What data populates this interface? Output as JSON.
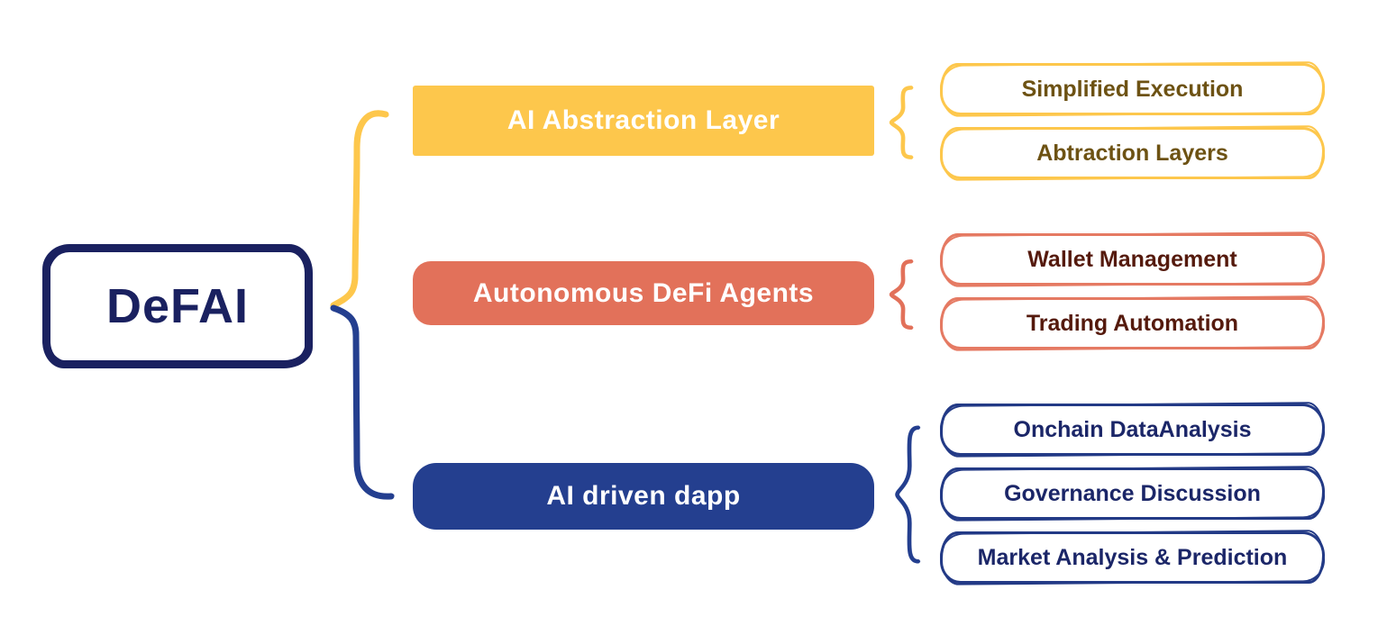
{
  "diagram": {
    "root": {
      "label": "DeFAI"
    },
    "branches": [
      {
        "label": "AI Abstraction Layer",
        "fill": "#fdc74c",
        "label_color": "#ffffff",
        "children": [
          {
            "label": "Simplified Execution"
          },
          {
            "label": "Abtraction Layers"
          }
        ],
        "child_border_color": "#fcc64c",
        "child_text_color": "#6d5213"
      },
      {
        "label": "Autonomous DeFi Agents",
        "fill": "#e2715a",
        "label_color": "#ffffff",
        "children": [
          {
            "label": "Wallet Management"
          },
          {
            "label": "Trading Automation"
          }
        ],
        "child_border_color": "#e57a63",
        "child_text_color": "#551a0d"
      },
      {
        "label": "AI driven dapp",
        "fill": "#243f8f",
        "label_color": "#ffffff",
        "children": [
          {
            "label": "Onchain DataAnalysis"
          },
          {
            "label": "Governance Discussion"
          },
          {
            "label": "Market Analysis & Prediction"
          }
        ],
        "child_border_color": "#233a86",
        "child_text_color": "#1b2668"
      }
    ],
    "colors": {
      "background": "#ffffff",
      "root_outline": "#1a2160",
      "root_text": "#1a2160",
      "big_brace_top": "#fcc64c",
      "big_brace_bottom": "#243f8f"
    }
  }
}
